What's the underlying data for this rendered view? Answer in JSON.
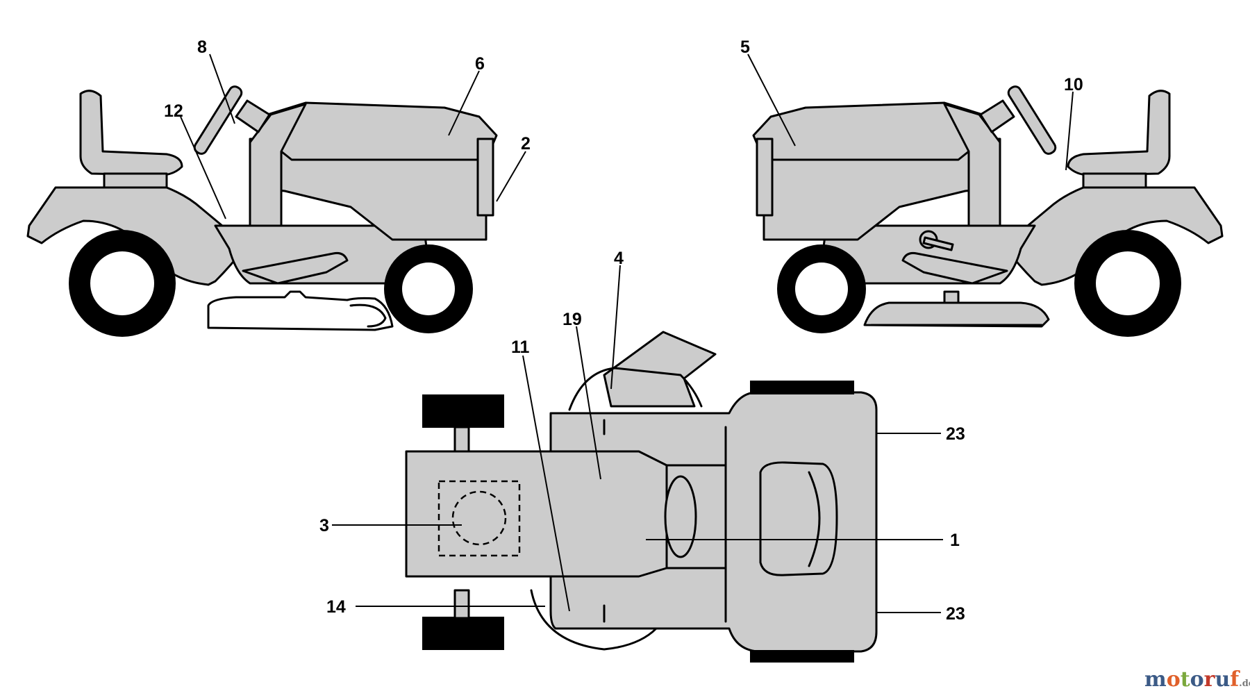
{
  "callouts": {
    "c8": "8",
    "c12": "12",
    "c6": "6",
    "c2": "2",
    "c5": "5",
    "c10": "10",
    "c4": "4",
    "c19": "19",
    "c11": "11",
    "c23a": "23",
    "c3": "3",
    "c1": "1",
    "c14": "14",
    "c23b": "23"
  },
  "watermark": {
    "m": "m",
    "o1": "o",
    "t": "t",
    "o2": "o",
    "r": "r",
    "u": "u",
    "f": "f",
    "tld": ".de"
  }
}
